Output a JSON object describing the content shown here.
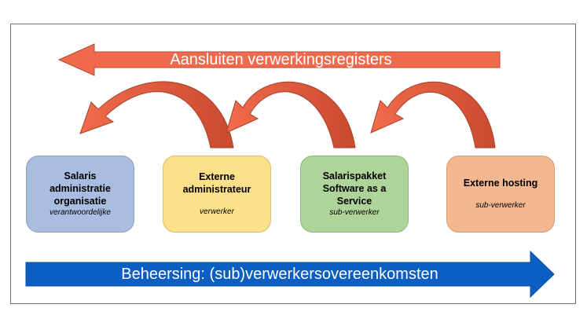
{
  "diagram": {
    "top_banner": "Aansluiten verwerkingsregisters",
    "bottom_banner": "Beheersing: (sub)verwerkersovereenkomsten",
    "boxes": [
      {
        "title": "Salaris\nadministratie\norganisatie",
        "role": "verantwoordelijke",
        "color": "#a8bddf"
      },
      {
        "title": "Externe\nadministrateur",
        "role": "verwerker",
        "color": "#fde08a"
      },
      {
        "title": "Salarispakket\nSoftware as a\nService",
        "role": "sub-verwerker",
        "color": "#aed49a"
      },
      {
        "title": "Externe hosting",
        "role": "sub-verwerker",
        "color": "#f4b891"
      }
    ],
    "colors": {
      "top_arrow": "#f06a4e",
      "curved_arrow": "#f06a4e",
      "bottom_arrow": "#0b5ec2"
    }
  }
}
